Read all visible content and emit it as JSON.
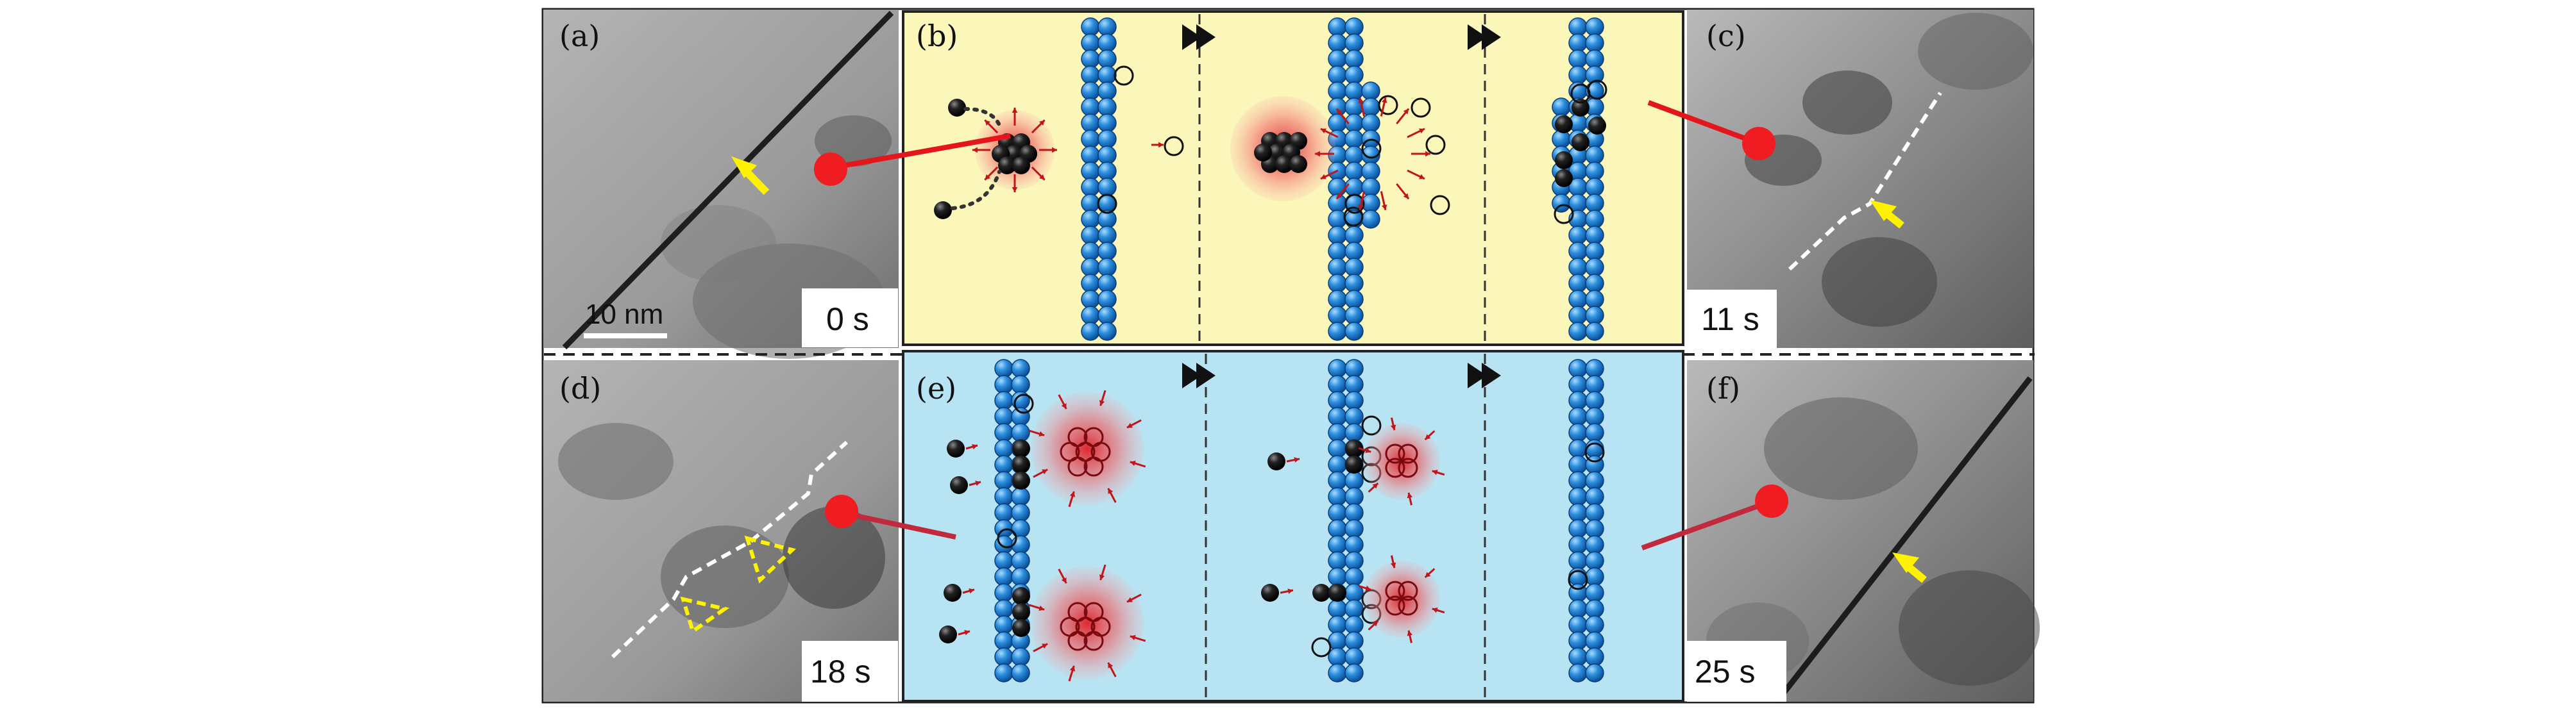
{
  "panels": {
    "a": {
      "label": "(a)",
      "time": "0 s",
      "scale_bar": "10 nm"
    },
    "b": {
      "label": "(b)"
    },
    "c": {
      "label": "(c)",
      "time": "11 s"
    },
    "d": {
      "label": "(d)",
      "time": "18 s"
    },
    "e": {
      "label": "(e)"
    },
    "f": {
      "label": "(f)",
      "time": "25 s"
    }
  },
  "colors": {
    "top_schematic_bg": "#fbf6b9",
    "bottom_schematic_bg": "#b8e3f3",
    "atom_blue": "#1e7fd0",
    "solute_black": "#111111",
    "cluster_glow": "#e8353a",
    "arrow_yellow": "#fff200",
    "connector_red": "#e4161b"
  },
  "icons": [
    "play-forward-icon",
    "yellow-arrow-icon",
    "red-marker-icon"
  ]
}
